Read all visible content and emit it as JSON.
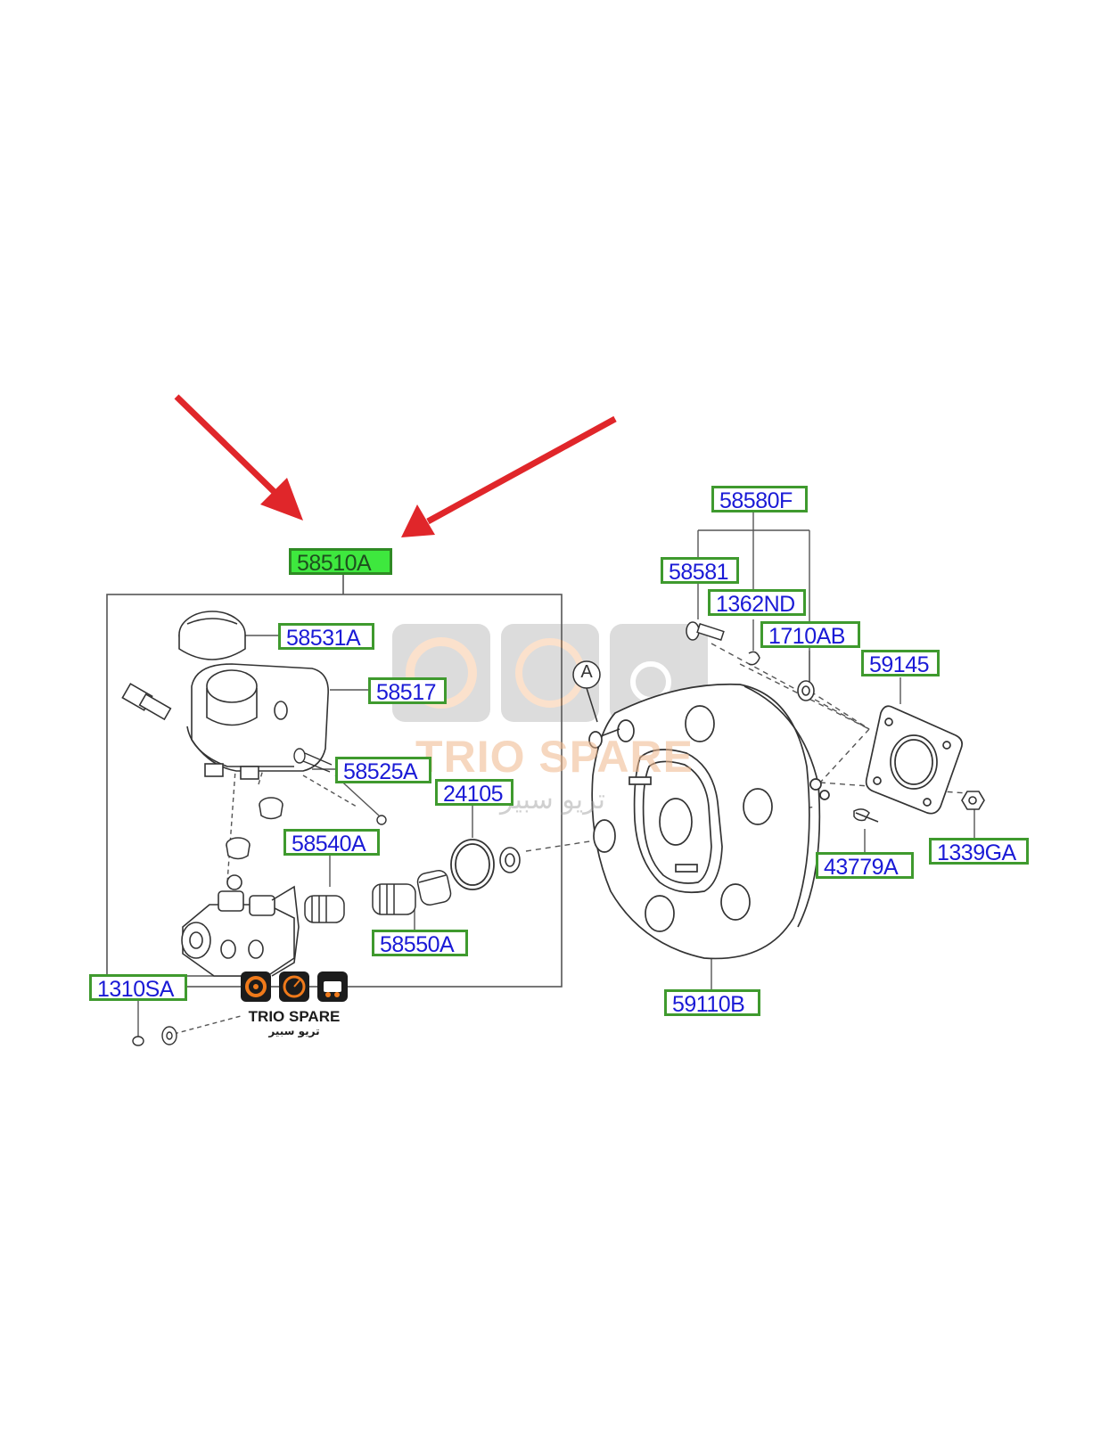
{
  "labels": {
    "p58510A": "58510A",
    "p58531A": "58531A",
    "p58517": "58517",
    "p58525A": "58525A",
    "p24105": "24105",
    "p58540A": "58540A",
    "p58550A": "58550A",
    "p1310SA": "1310SA",
    "p58580F": "58580F",
    "p58581": "58581",
    "p1362ND": "1362ND",
    "p1710AB": "1710AB",
    "p59145": "59145",
    "p43779A": "43779A",
    "p1339GA": "1339GA",
    "p59110B": "59110B"
  },
  "callout": "A",
  "watermark": {
    "brand": "TRIO SPARE",
    "arabic": "تريو سبير"
  },
  "colors": {
    "arrow": "#e0262a",
    "label_border": "#3f9a2e",
    "label_text": "#1a1ad6",
    "highlight": "#3ee83e",
    "logo_orange": "#f07a1a"
  }
}
